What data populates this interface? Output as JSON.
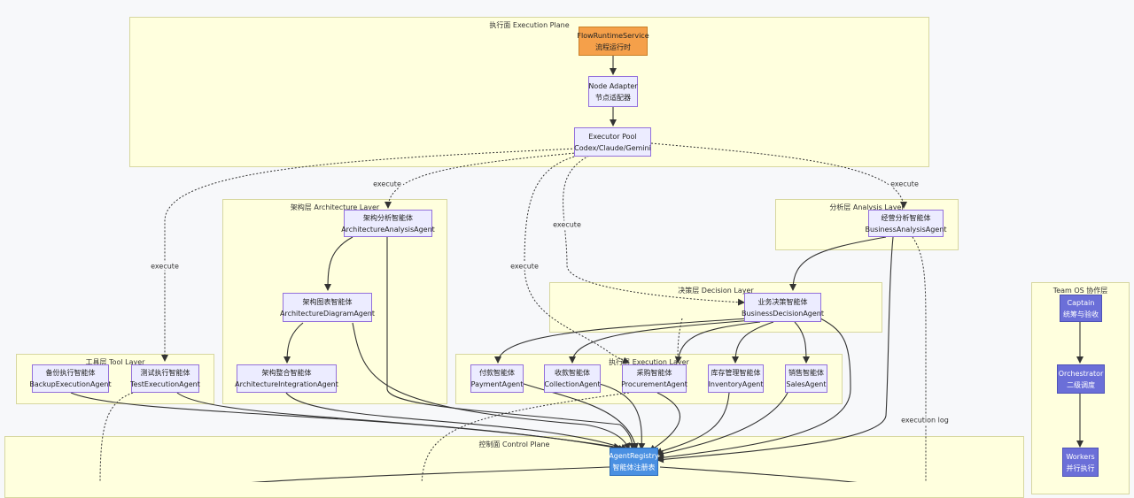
{
  "layers": {
    "execution_plane": "执行面 Execution Plane",
    "architecture_layer": "架构层 Architecture Layer",
    "analysis_layer": "分析层 Analysis Layer",
    "decision_layer": "决策层 Decision Layer",
    "tool_layer": "工具层 Tool Layer",
    "exec_layer": "执行层 Execution Layer",
    "team_os": "Team OS 协作层",
    "control_plane": "控制面 Control Plane"
  },
  "nodes": {
    "flow_runtime": {
      "l1": "FlowRuntimeService",
      "l2": "流程运行时"
    },
    "node_adapter": {
      "l1": "Node Adapter",
      "l2": "节点适配器"
    },
    "executor_pool": {
      "l1": "Executor Pool",
      "l2": "Codex/Claude/Gemini"
    },
    "arch_analysis": {
      "l1": "架构分析智能体",
      "l2": "ArchitectureAnalysisAgent"
    },
    "arch_diagram": {
      "l1": "架构图表智能体",
      "l2": "ArchitectureDiagramAgent"
    },
    "arch_integration": {
      "l1": "架构整合智能体",
      "l2": "ArchitectureIntegrationAgent"
    },
    "business_analysis": {
      "l1": "经营分析智能体",
      "l2": "BusinessAnalysisAgent"
    },
    "business_decision": {
      "l1": "业务决策智能体",
      "l2": "BusinessDecisionAgent"
    },
    "backup_exec": {
      "l1": "备份执行智能体",
      "l2": "BackupExecutionAgent"
    },
    "test_exec": {
      "l1": "测试执行智能体",
      "l2": "TestExecutionAgent"
    },
    "payment": {
      "l1": "付款智能体",
      "l2": "PaymentAgent"
    },
    "collection": {
      "l1": "收款智能体",
      "l2": "CollectionAgent"
    },
    "procurement": {
      "l1": "采购智能体",
      "l2": "ProcurementAgent"
    },
    "inventory": {
      "l1": "库存管理智能体",
      "l2": "InventoryAgent"
    },
    "sales": {
      "l1": "销售智能体",
      "l2": "SalesAgent"
    },
    "agent_registry": {
      "l1": "AgentRegistry",
      "l2": "智能体注册表"
    },
    "captain": {
      "l1": "Captain",
      "l2": "统筹与验收"
    },
    "orchestrator": {
      "l1": "Orchestrator",
      "l2": "二级调度"
    },
    "workers": {
      "l1": "Workers",
      "l2": "并行执行"
    }
  },
  "edge_labels": {
    "execute_test": "execute",
    "execute_arch": "execute",
    "execute_decision": "execute",
    "execute_procurement": "execute",
    "execute_analysis": "execute",
    "execution_log": "execution log"
  },
  "colors": {
    "layer_fill": "#ffffde",
    "node_fill": "#ececff",
    "node_border": "#9370db",
    "runtime": "#f5a04a",
    "registry": "#4a90e2",
    "team": "#6b6fd8",
    "edge": "#333333"
  }
}
